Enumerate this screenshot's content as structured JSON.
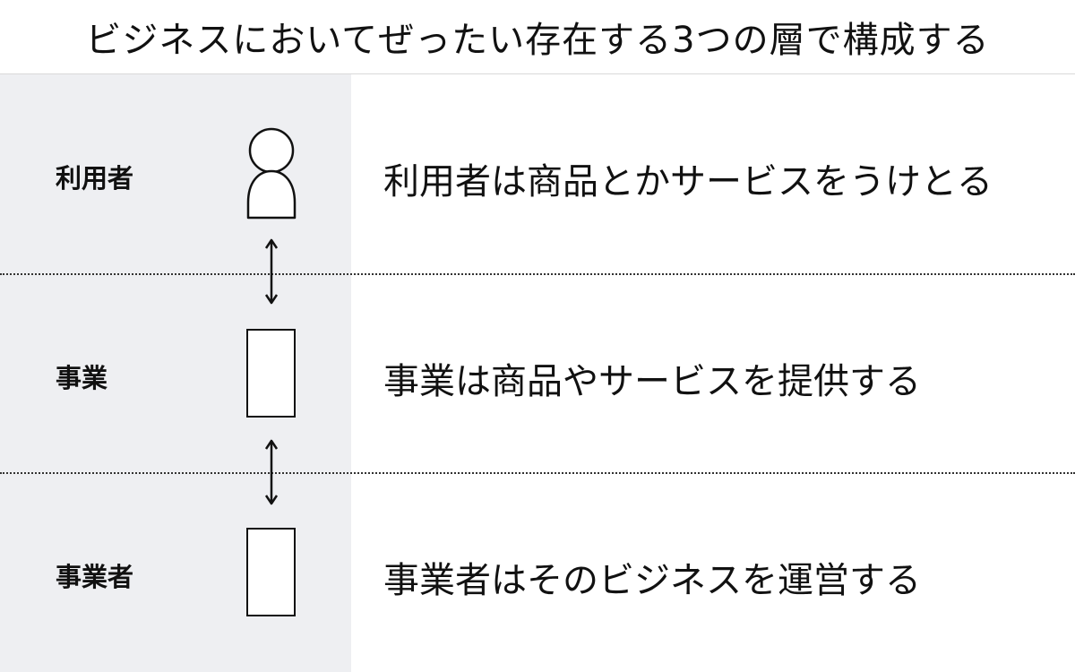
{
  "header": {
    "title": "ビジネスにおいてぜったい存在する3つの層で構成する"
  },
  "layers": [
    {
      "label": "利用者",
      "description": "利用者は商品とかサービスをうけとる",
      "icon": "person-icon"
    },
    {
      "label": "事業",
      "description": "事業は商品やサービスを提供する",
      "icon": "rectangle-icon"
    },
    {
      "label": "事業者",
      "description": "事業者はそのビジネスを運営する",
      "icon": "rectangle-icon"
    }
  ],
  "connectors": [
    {
      "from": "利用者",
      "to": "事業",
      "icon": "double-arrow-icon"
    },
    {
      "from": "事業",
      "to": "事業者",
      "icon": "double-arrow-icon"
    }
  ],
  "colors": {
    "left_panel": "#eeeff2",
    "background": "#ffffff",
    "stroke": "#111111"
  }
}
